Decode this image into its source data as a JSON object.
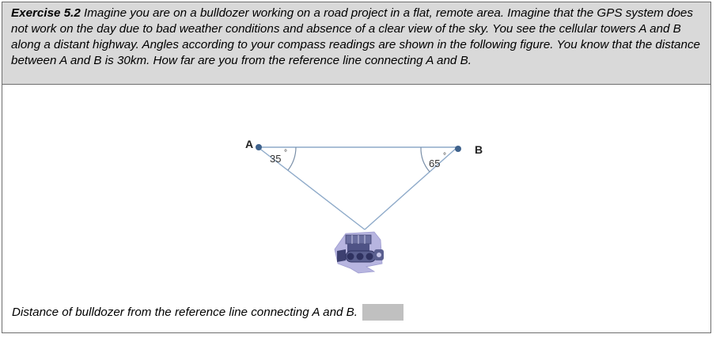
{
  "exercise": {
    "title": "Exercise 5.2",
    "prompt": " Imagine you are on a bulldozer working on a road project in a flat, remote area. Imagine that the GPS system does not work on the day due to bad weather conditions and absence of a clear view of the sky. You see the cellular towers A and B along a distant highway. Angles according to your compass readings are shown in the following figure. You know that the distance between A and B is 30km. How far are you from the reference line connecting A and B."
  },
  "figure": {
    "point_a_label": "A",
    "point_b_label": "B",
    "angle_a_label": "35",
    "angle_b_label": "65",
    "degree_symbol": "°",
    "bulldozer_icon": "bulldozer-icon",
    "colors": {
      "line": "#8eaac9",
      "point": "#3f628c",
      "arc": "#7a8fa8",
      "bulldozer_body": "#5a5f8f",
      "bulldozer_bg": "#b7b5e0"
    }
  },
  "question": {
    "label": "Distance of bulldozer from the reference line connecting A and B."
  }
}
